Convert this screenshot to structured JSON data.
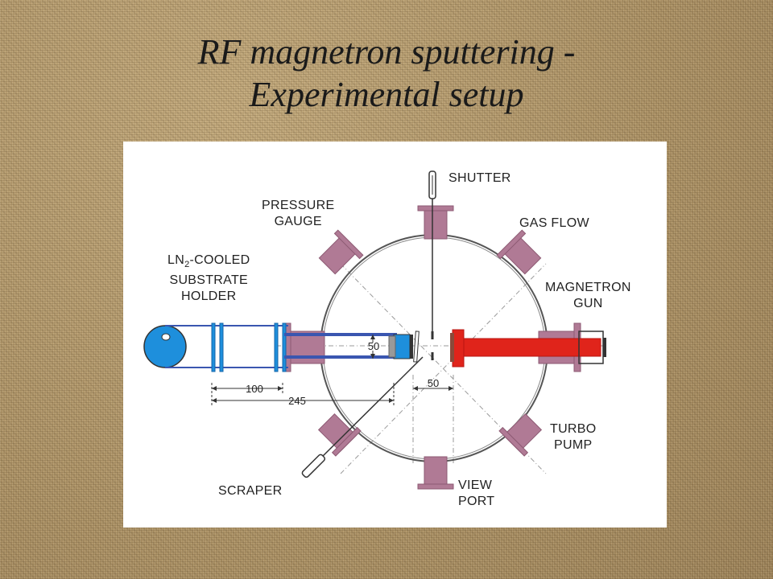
{
  "slide": {
    "title_line1": "RF magnetron sputtering -",
    "title_line2": "Experimental setup"
  },
  "diagram": {
    "labels": {
      "shutter": "SHUTTER",
      "pressure_gauge_1": "PRESSURE",
      "pressure_gauge_2": "GAUGE",
      "gas_flow": "GAS FLOW",
      "holder_1_prefix": "LN",
      "holder_1_sub": "2",
      "holder_1_suffix": "-COOLED",
      "holder_2": "SUBSTRATE",
      "holder_3": "HOLDER",
      "magnetron_1": "MAGNETRON",
      "magnetron_2": "GUN",
      "turbo_1": "TURBO",
      "turbo_2": "PUMP",
      "view_1": "VIEW",
      "view_2": "PORT",
      "scraper": "SCRAPER"
    },
    "dimensions": {
      "d_inner": "50",
      "d_gap": "50",
      "d_100": "100",
      "d_245": "245"
    },
    "colors": {
      "flange": "#b07a95",
      "flange_edge": "#8d5a73",
      "holder_blue": "#1e8fdc",
      "holder_rod": "#3a56b0",
      "gun_red": "#e0241b",
      "gun_red_dark": "#b81510"
    }
  }
}
